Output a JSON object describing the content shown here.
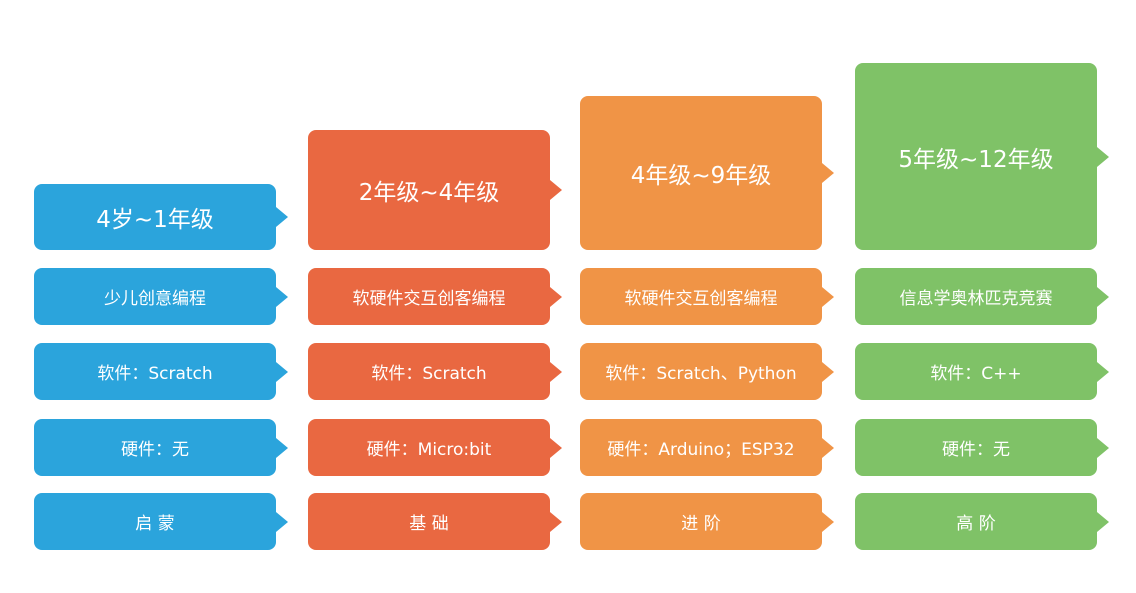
{
  "colors": {
    "blue": "#2ba4dc",
    "red": "#e96841",
    "orange": "#f09446",
    "green": "#7fc267"
  },
  "columns": [
    {
      "header": "4岁~1年级",
      "course": "少儿创意编程",
      "software": "软件：Scratch",
      "hardware": "硬件：无",
      "level": "启 蒙"
    },
    {
      "header": "2年级~4年级",
      "course": "软硬件交互创客编程",
      "software": "软件：Scratch",
      "hardware": "硬件：Micro:bit",
      "level": "基 础"
    },
    {
      "header": "4年级~9年级",
      "course": "软硬件交互创客编程",
      "software": "软件：Scratch、Python",
      "hardware": "硬件：Arduino；ESP32",
      "level": "进 阶"
    },
    {
      "header": "5年级~12年级",
      "course": "信息学奥林匹克竞赛",
      "software": "软件：C++",
      "hardware": "硬件：无",
      "level": "高 阶"
    }
  ]
}
